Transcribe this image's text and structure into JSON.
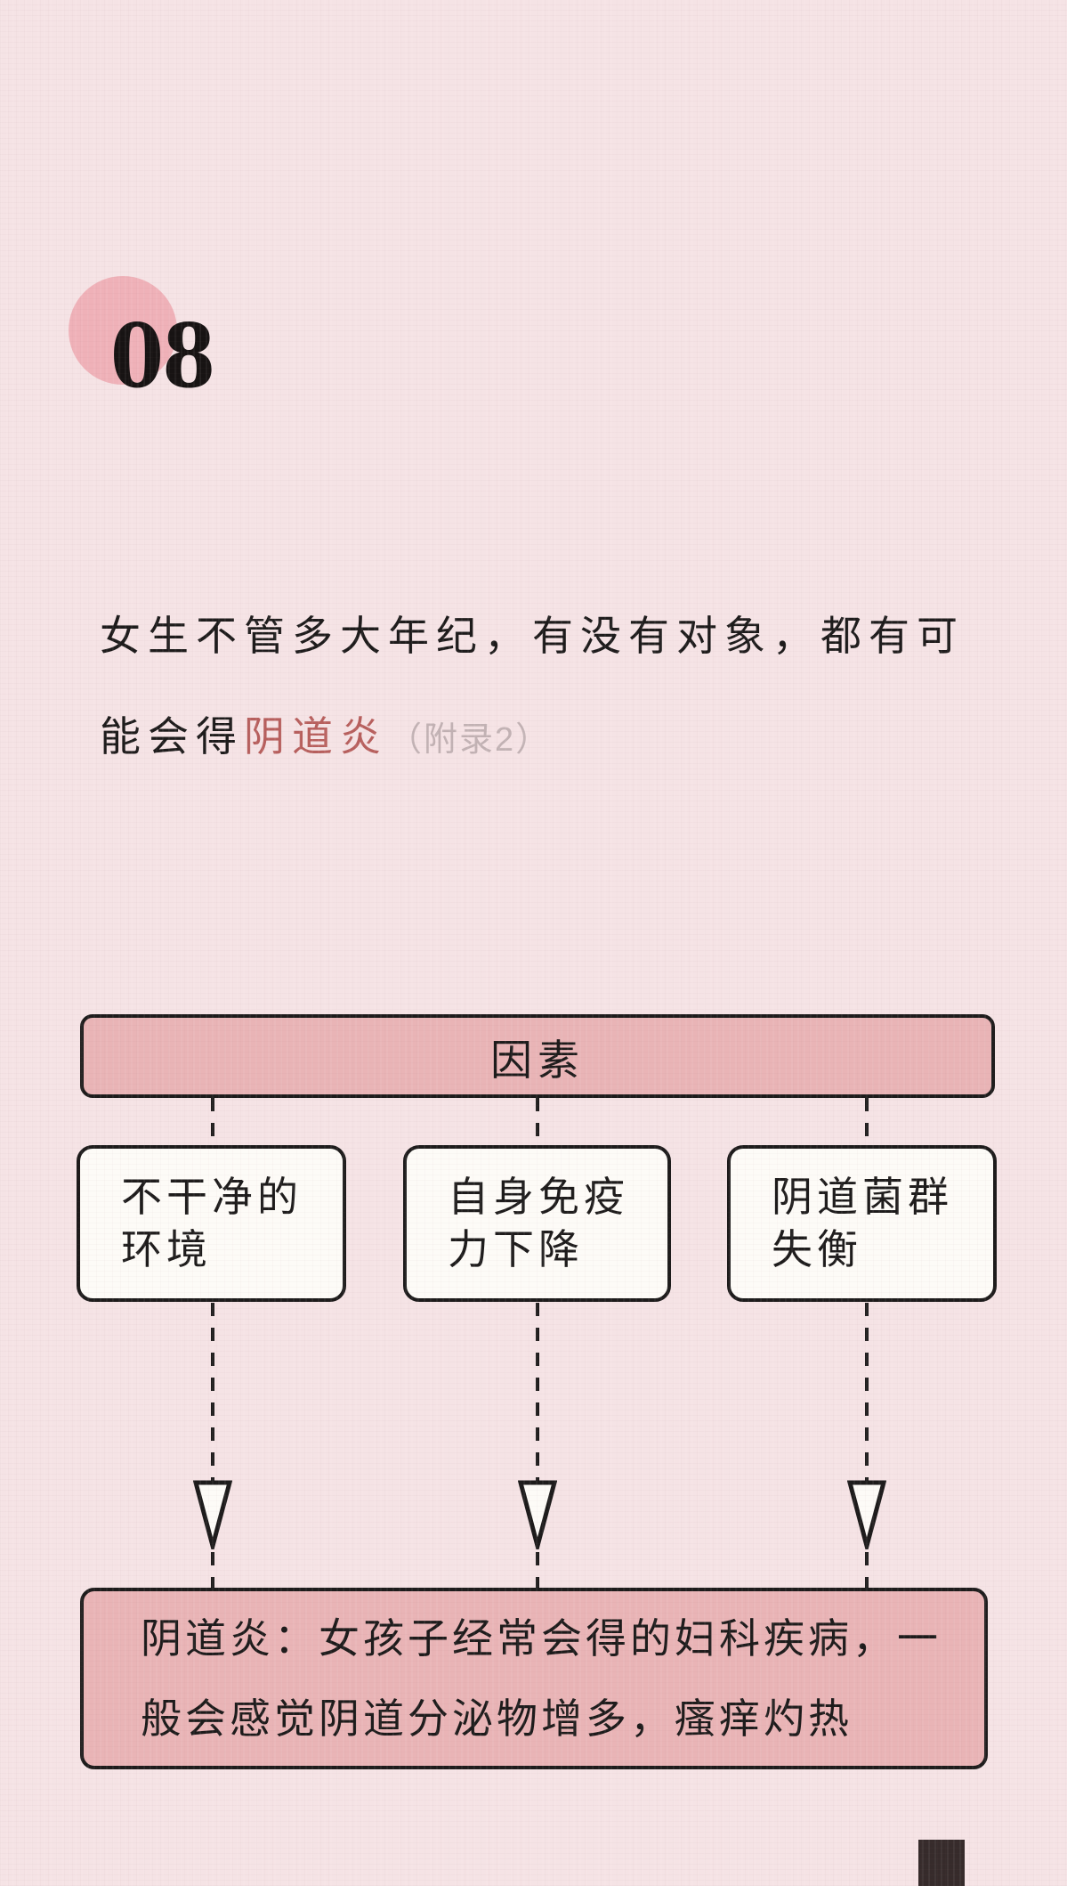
{
  "theme": {
    "background": "#f5e3e5",
    "accent_pink": "#e9b4b6",
    "circle_pink": "#efb1b8",
    "box_white": "#fdfbf7",
    "ink": "#1d1b1b",
    "highlight_red": "#b75f5d",
    "muted_gray": "#c2b2b4",
    "corner_dark": "#362b2b"
  },
  "page": {
    "section_number": "08"
  },
  "intro": {
    "line1": "女生不管多大年纪，有没有对象，都有可",
    "line2_prefix": "能会得",
    "highlight": "阴道炎",
    "annotation": "（附录2）"
  },
  "flowchart": {
    "header_label": "因素",
    "factors": [
      {
        "line1": "不干净的",
        "line2": "环境"
      },
      {
        "line1": "自身免疫",
        "line2": "力下降"
      },
      {
        "line1": "阴道菌群",
        "line2": "失衡"
      }
    ],
    "result": {
      "line1": "阴道炎：女孩子经常会得的妇科疾病，一",
      "line2": "般会感觉阴道分泌物增多，瘙痒灼热"
    }
  }
}
